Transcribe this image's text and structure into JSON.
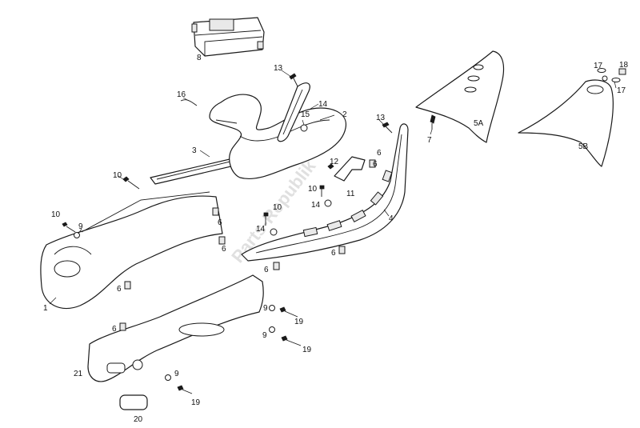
{
  "watermark": "Parts-Republik",
  "labels": {
    "l1": "1",
    "l2": "2",
    "l3": "3",
    "l4": "4",
    "l5a": "5A",
    "l5b": "5B",
    "l6a": "6",
    "l6b": "6",
    "l6c": "6",
    "l6d": "6",
    "l6e": "6",
    "l6f": "6",
    "l6g": "6",
    "l6h": "6",
    "l7": "7",
    "l8": "8",
    "l9a": "9",
    "l9b": "9",
    "l9c": "9",
    "l9d": "9",
    "l10a": "10",
    "l10b": "10",
    "l10c": "10",
    "l10d": "10",
    "l11": "11",
    "l12": "12",
    "l13a": "13",
    "l13b": "13",
    "l14a": "14",
    "l14b": "14",
    "l14c": "14",
    "l15": "15",
    "l16": "16",
    "l17a": "17",
    "l17b": "17",
    "l18": "18",
    "l19a": "19",
    "l19b": "19",
    "l19c": "19",
    "l20": "20",
    "l21": "21"
  }
}
